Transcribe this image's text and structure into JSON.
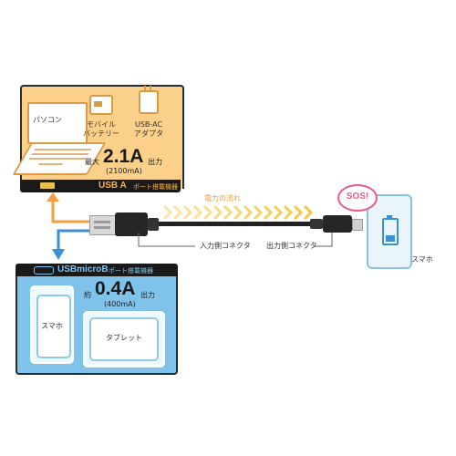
{
  "source_panel": {
    "pc_label": "パソコン",
    "mobile_battery_label": "モバイル\nバッテリー",
    "usb_ac_label": "USB-AC\nアダプタ",
    "max_prefix": "最大",
    "output_value": "2.1A",
    "output_suffix": "出力",
    "output_ma": "(2100mA)",
    "port_type": "USB A",
    "port_desc": "ポート搭載機器"
  },
  "dest_panel": {
    "port_type": "USBmicroB",
    "port_desc": "ポート搭載機器",
    "approx_prefix": "約",
    "output_value": "0.4A",
    "output_suffix": "出力",
    "output_ma": "(400mA)",
    "smartphone_label": "スマホ",
    "tablet_label": "タブレット"
  },
  "cable": {
    "power_flow_label": "電力の流れ",
    "input_connector_label": "入力側コネクタ",
    "output_connector_label": "出力側コネクタ"
  },
  "right_phone": {
    "sos_label": "SOS!",
    "phone_label": "スマホ"
  },
  "colors": {
    "source_bg": "#fbd08a",
    "dest_bg": "#7fc3ea",
    "flow_arrow": "#f5c842",
    "up_arrow": "#f0a040",
    "down_arrow": "#3a8fd6",
    "sos_pink": "#e85a8c"
  }
}
